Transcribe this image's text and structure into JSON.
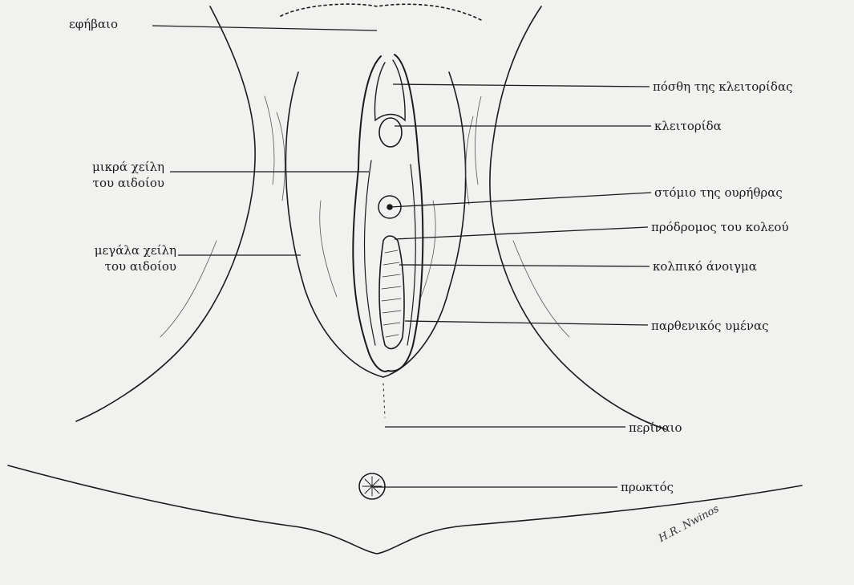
{
  "labels": {
    "pubis": "εφήβαιο",
    "clitoral_hood": "πόσθη της κλειτορίδας",
    "clitoris": "κλειτορίδα",
    "labia_minora_1": "μικρά χείλη",
    "labia_minora_2": "του αιδοίου",
    "urethral_opening": "στόμιο της ουρήθρας",
    "vestibule": "πρόδρομος του κολεού",
    "labia_majora_1": "μεγάλα χείλη",
    "labia_majora_2": "του αιδοίου",
    "vaginal_opening": "κολπικό άνοιγμα",
    "hymen": "παρθενικός υμένας",
    "perineum": "περίναιο",
    "anus": "πρωκτός"
  },
  "signature": "H.R. Nwinos",
  "colors": {
    "ink": "#1a1a1a",
    "paper": "#f1f1ef"
  }
}
